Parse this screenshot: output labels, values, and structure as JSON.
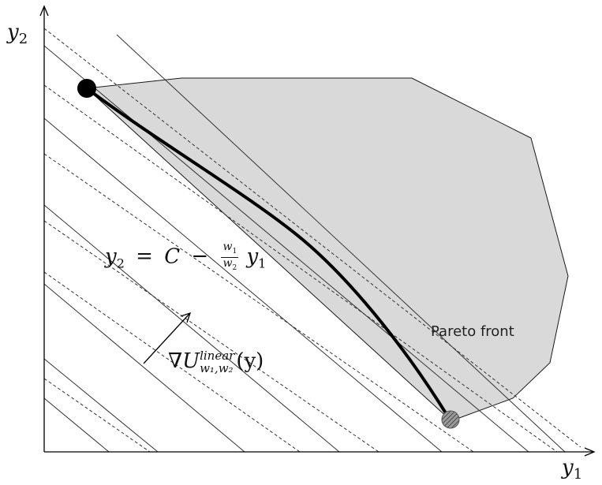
{
  "axes": {
    "x_label": {
      "base": "y",
      "sub": "1"
    },
    "y_label": {
      "base": "y",
      "sub": "2"
    }
  },
  "equation": {
    "lhs": "y",
    "lhs_sub": "2",
    "equals": "=",
    "constant": "C",
    "minus": "−",
    "frac_num": "w",
    "frac_num_sub": "1",
    "frac_den": "w",
    "frac_den_sub": "2",
    "var": "y",
    "var_sub": "1"
  },
  "gradient": {
    "nabla": "∇U",
    "superscript": "linear",
    "subscript": "w₁,w₂",
    "argument": "(y)"
  },
  "front_label": "Pareto front",
  "colors": {
    "region_fill": "#d9d9d9",
    "front_curve": "#000000",
    "iso_lines": "#333333",
    "endpoint_top": "#000000",
    "endpoint_bottom": "#8a8a8a"
  }
}
